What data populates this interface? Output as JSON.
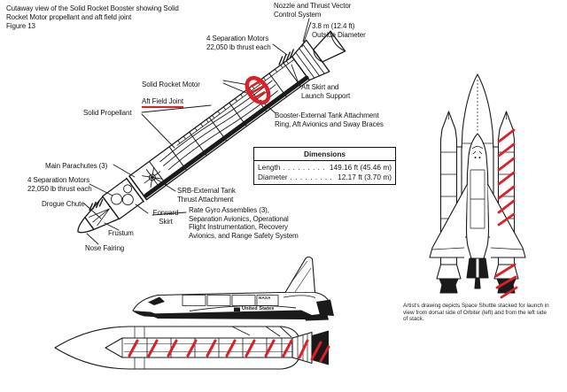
{
  "page": {
    "background": "#ffffff",
    "ink_color": "#1a1a1a",
    "annotation_red": "#df1f26"
  },
  "figure_caption": {
    "text": "Cutaway view of the Solid Rocket Booster showing Solid\nRocket Motor propellant and aft field joint\nFigure 13"
  },
  "srb_diagram": {
    "labels": {
      "nozzle_tvc": "Nozzle and Thrust Vector\nControl System",
      "outside_diameter": "3.8 m (12.4 ft)\nOutside Diameter",
      "separation_motors_aft": "4 Separation Motors\n22,050 lb thrust each",
      "aft_field_joint_line1": "Solid Rocket Motor",
      "aft_field_joint_line2": "Aft Field Joint",
      "aft_skirt": "Aft Skirt and\nLaunch Support",
      "solid_propellant": "Solid Propellant",
      "et_attachment_ring": "Booster-External Tank Attachment\nRing, Aft Avionics and Sway Braces",
      "main_parachutes": "Main Parachutes (3)",
      "separation_motors_forward": "4 Separation Motors\n22,050 lb thrust each",
      "drogue_chute": "Drogue Chute",
      "srb_et_thrust_attachment": "SRB-External Tank\nThrust Attachment",
      "forward_skirt": "Forward\nSkirt",
      "rate_gyro_avionics": "Rate Gyro Assemblies (3),\nSeparation Avionics, Operational\nFlight Instrumentation, Recovery\nAvionics, and Range Safety System",
      "frustum": "Frustum",
      "nose_fairing": "Nose Fairing"
    }
  },
  "dimensions_table": {
    "title": "Dimensions",
    "rows": [
      {
        "label": "Length",
        "leader": ". . . . . . . . . .",
        "value": "149.16 ft (45.46 m)"
      },
      {
        "label": "Diameter",
        "leader": ". . . . . . . . .",
        "value": "12.17 ft  (3.70 m)"
      }
    ]
  },
  "orbiter_markings": {
    "tail_text": "NASA",
    "fuselage_text": "United States"
  },
  "stack_caption": {
    "text": "Artist's drawing depicts Space Shuttle stacked for launch in\nview from dorsal side of Orbiter (left) and from the left side\nof stack."
  }
}
